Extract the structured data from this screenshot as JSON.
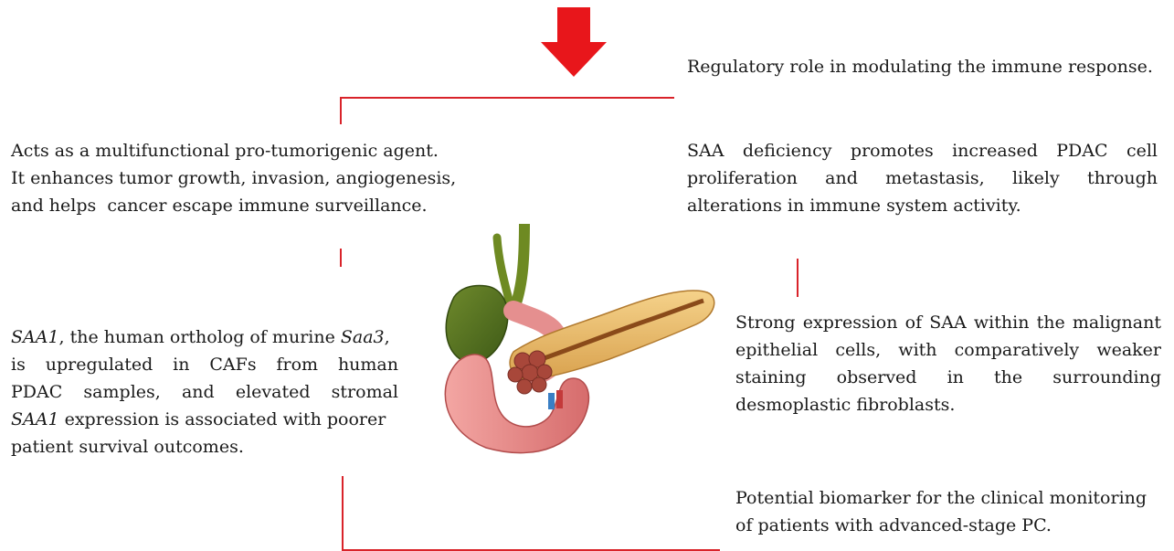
{
  "colors": {
    "accent_red": "#d9232a",
    "text": "#1a1a1a"
  },
  "icons": {
    "arrow": "down-arrow-icon",
    "organ": "pancreas-illustration"
  },
  "left_top": {
    "lines": [
      "Acts as a multifunctional pro-tumorigenic agent.",
      "It enhances tumor growth, invasion, angiogenesis,",
      "and helps  cancer escape immune surveillance."
    ]
  },
  "left_bottom": {
    "l1_gene": "SAA1",
    "l1_rest": ", the human ortholog of murine ",
    "l1_gene2": "Saa3",
    "l1_end": ",",
    "l2": "is upregulated in CAFs from human",
    "l3": "PDAC samples, and elevated stromal",
    "l4_gene": "SAA1",
    "l4_rest": " expression is associated with poorer",
    "l5": "patient survival outcomes."
  },
  "right_1": {
    "text": "Regulatory role in modulating the immune response."
  },
  "right_2": {
    "text": "SAA deficiency promotes increased PDAC cell proliferation and metastasis, likely through alterations in immune system activity."
  },
  "right_3": {
    "text": "Strong expression of SAA within the malignant epithelial cells, with comparatively weaker staining observed in the surrounding desmoplastic fibroblasts."
  },
  "right_4": {
    "lines": [
      "Potential biomarker for the clinical monitoring",
      "of patients with advanced-stage PC."
    ]
  }
}
